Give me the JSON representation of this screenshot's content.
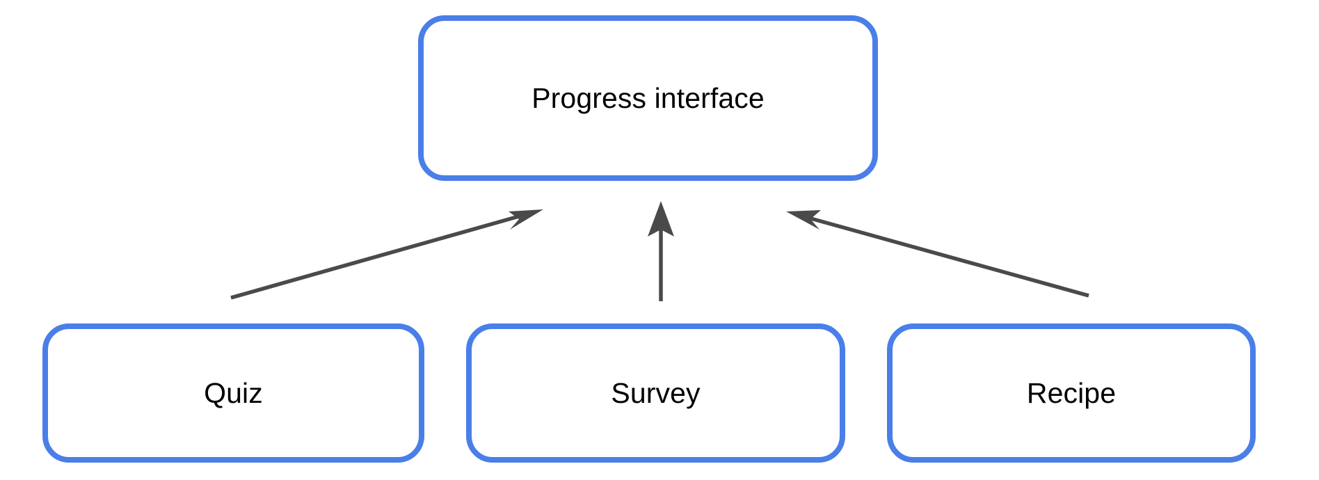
{
  "diagram": {
    "title": "Progress interface",
    "background_color": "#ffffff",
    "node_border_color": "#4a7ee8",
    "node_fill_color": "#ffffff",
    "node_text_color": "#000000",
    "edge_color": "#4a4a4a",
    "nodes": [
      {
        "id": "progress-interface",
        "label": "Progress interface",
        "role": "target"
      },
      {
        "id": "quiz",
        "label": "Quiz",
        "role": "source"
      },
      {
        "id": "survey",
        "label": "Survey",
        "role": "source"
      },
      {
        "id": "recipe",
        "label": "Recipe",
        "role": "source"
      }
    ],
    "edges": [
      {
        "id": "quiz-to-progress",
        "from": "quiz",
        "to": "progress-interface",
        "direction": "to",
        "style": "solid-arrow"
      },
      {
        "id": "survey-to-progress",
        "from": "survey",
        "to": "progress-interface",
        "direction": "to",
        "style": "solid-arrow"
      },
      {
        "id": "recipe-to-progress",
        "from": "recipe",
        "to": "progress-interface",
        "direction": "to",
        "style": "solid-arrow"
      }
    ]
  }
}
